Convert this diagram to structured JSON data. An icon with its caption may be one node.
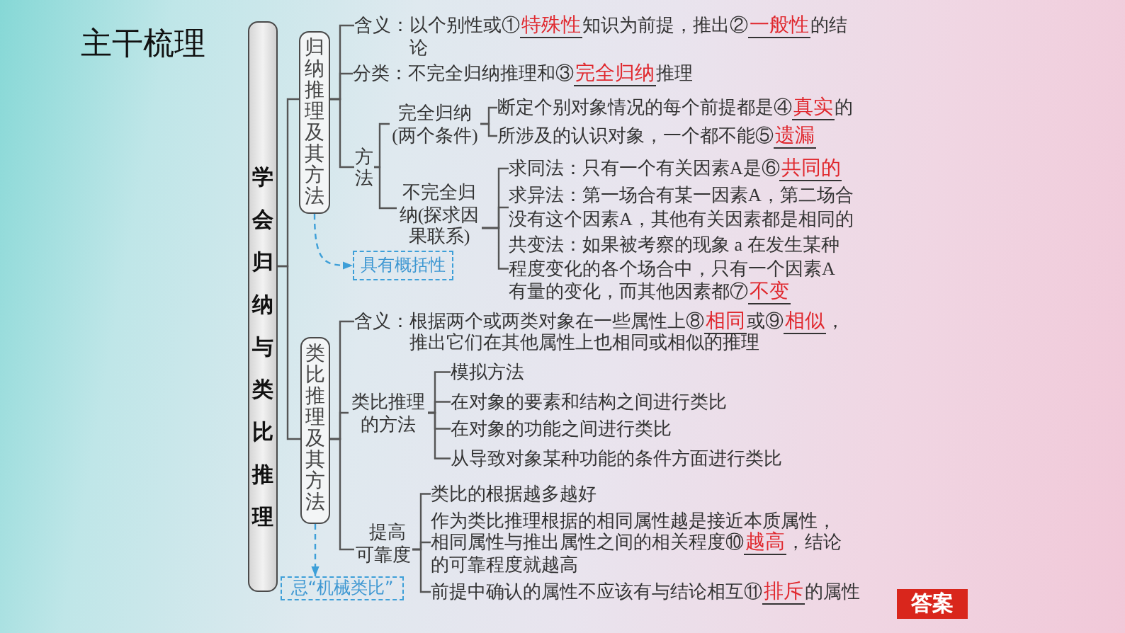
{
  "diagram": {
    "title": "主干梳理",
    "nodes": [
      {
        "text": [
          "学会归纳与类比推理"
        ]
      },
      {
        "text": [
          "归纳推理及其方法"
        ]
      },
      {
        "text": [
          "含义：以个别性或①**特殊性**知识为前提，推出②**一般性**的结论"
        ]
      },
      {
        "text": [
          "分类：不完全归纳推理和③**完全归纳**推理"
        ]
      },
      {
        "text": [
          "方法"
        ]
      },
      {
        "text": [
          "完全归纳(两个条件)"
        ]
      },
      {
        "text": [
          "断定个别对象情况的每个前提都是④**真实**的"
        ]
      },
      {
        "text": [
          "所涉及的认识对象，一个都不能⑤**遗漏**"
        ]
      },
      {
        "text": [
          "不完全归纳(探求因果联系)"
        ]
      },
      {
        "text": [
          "求同法：只有一个有关因素A是⑥**共同的**"
        ]
      },
      {
        "text": [
          "求异法：第一场合有某一因素A，第二场合没有这个因素A，其他有关因素都是相同的"
        ]
      },
      {
        "text": [
          "共变法：如果被考察的现象 a 在发生某种程度变化的各个场合中，只有一个因素A有量的变化，而其他因素都⑦**不变**"
        ]
      },
      {
        "text": [
          "具有概括性"
        ]
      },
      {
        "text": [
          "类比推理及其方法"
        ]
      },
      {
        "text": [
          "含义：根据两个或两类对象在一些属性上⑧**相同**或⑨**相似**，推出它们在其他属性上也相同或相似的推理"
        ]
      },
      {
        "text": [
          "类比推理的方法"
        ]
      },
      {
        "text": [
          "模拟方法"
        ]
      },
      {
        "text": [
          "在对象的要素和结构之间进行类比"
        ]
      },
      {
        "text": [
          "在对象的功能之间进行类比"
        ]
      },
      {
        "text": [
          "从导致对象某种功能的条件方面进行类比"
        ]
      },
      {
        "text": [
          "提高可靠度"
        ]
      },
      {
        "text": [
          "类比的根据越多越好"
        ]
      },
      {
        "text": [
          "作为类比推理根据的相同属性越是接近本质属性，相同属性与推出属性之间的相关程度⑩**越高**，结论的可靠程度就越高"
        ]
      },
      {
        "text": [
          "前提中确认的属性不应该有与结论相互⑪**排斥**的属性"
        ]
      },
      {
        "text": [
          "忌“机械类比”"
        ]
      },
      {
        "text": [
          "答案"
        ]
      }
    ],
    "edges": [
      {
        "from": 0,
        "to": 1,
        "arrow": "none"
      },
      {
        "from": 0,
        "to": 13,
        "arrow": "none"
      },
      {
        "from": 1,
        "to": 2,
        "arrow": "none"
      },
      {
        "from": 1,
        "to": 3,
        "arrow": "none"
      },
      {
        "from": 1,
        "to": 4,
        "arrow": "none"
      },
      {
        "from": 4,
        "to": 5,
        "arrow": "none"
      },
      {
        "from": 4,
        "to": 8,
        "arrow": "none"
      },
      {
        "from": 5,
        "to": 6,
        "arrow": "none"
      },
      {
        "from": 5,
        "to": 7,
        "arrow": "none"
      },
      {
        "from": 8,
        "to": 9,
        "arrow": "none"
      },
      {
        "from": 8,
        "to": 10,
        "arrow": "none"
      },
      {
        "from": 8,
        "to": 11,
        "arrow": "none"
      },
      {
        "from": 1,
        "to": 12,
        "arrow": "to",
        "style": "dashed",
        "color": "#3d9fd8"
      },
      {
        "from": 13,
        "to": 14,
        "arrow": "none"
      },
      {
        "from": 13,
        "to": 15,
        "arrow": "none"
      },
      {
        "from": 13,
        "to": 20,
        "arrow": "none"
      },
      {
        "from": 15,
        "to": 16,
        "arrow": "none"
      },
      {
        "from": 15,
        "to": 17,
        "arrow": "none"
      },
      {
        "from": 15,
        "to": 18,
        "arrow": "none"
      },
      {
        "from": 15,
        "to": 19,
        "arrow": "none"
      },
      {
        "from": 20,
        "to": 21,
        "arrow": "none"
      },
      {
        "from": 20,
        "to": 22,
        "arrow": "none"
      },
      {
        "from": 20,
        "to": 23,
        "arrow": "none"
      },
      {
        "from": 13,
        "to": 24,
        "arrow": "to",
        "style": "dashed",
        "color": "#3d9fd8"
      }
    ]
  }
}
